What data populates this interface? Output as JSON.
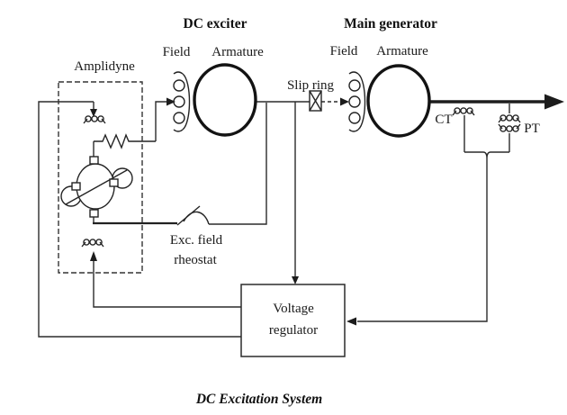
{
  "diagram": {
    "titles": {
      "dc_exciter": "DC exciter",
      "main_generator": "Main generator"
    },
    "labels": {
      "amplidyne": "Amplidyne",
      "exciter_field": "Field",
      "exciter_armature": "Armature",
      "slip_ring": "Slip ring",
      "main_field": "Field",
      "main_armature": "Armature",
      "exc_field_rheostat_line1": "Exc. field",
      "exc_field_rheostat_line2": "rheostat",
      "ct": "CT",
      "pt": "PT",
      "voltage_regulator_line1": "Voltage",
      "voltage_regulator_line2": "regulator"
    },
    "caption": "DC Excitation System",
    "symbols": {
      "amplidyne_machine": "circle-with-diagonal-brushes-and-quadrature-loops",
      "field_winding": "three-loop-coil",
      "armature": "bold-circle",
      "slip_ring": "crossed-box",
      "rheostat": "blade-switch-with-arc",
      "resistor": "zigzag",
      "ct_coil": "scribble-coil-on-bus",
      "pt_coil": "double-scribble-coil"
    },
    "colors": {
      "line": "#2b2b2b",
      "text": "#1a1a1a",
      "background": "#ffffff"
    }
  }
}
